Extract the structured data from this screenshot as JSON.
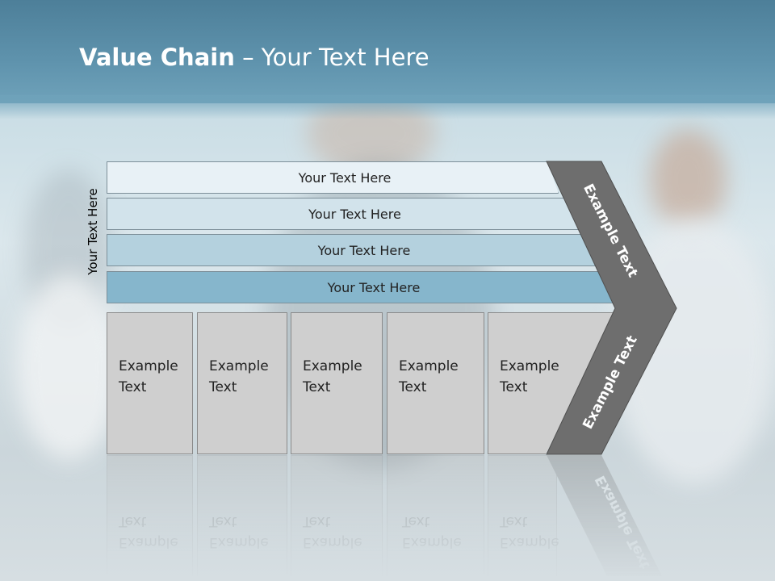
{
  "title": {
    "bold": "Value Chain",
    "rest": " – Your Text Here"
  },
  "side_label": "Your Text Here",
  "rows": [
    {
      "label": "Your Text Here",
      "color": "#e8f1f6"
    },
    {
      "label": "Your Text Here",
      "color": "#d2e3eb"
    },
    {
      "label": "Your Text Here",
      "color": "#b4d1de"
    },
    {
      "label": "Your Text Here",
      "color": "#86b6cc"
    }
  ],
  "boxes": [
    {
      "text": "Example Text"
    },
    {
      "text": "Example Text"
    },
    {
      "text": "Example Text"
    },
    {
      "text": "Example Text"
    },
    {
      "text": "Example Text"
    }
  ],
  "chevron": {
    "top_text": "Example Text",
    "bottom_text": "Example Text",
    "color": "#6e6e6e"
  }
}
